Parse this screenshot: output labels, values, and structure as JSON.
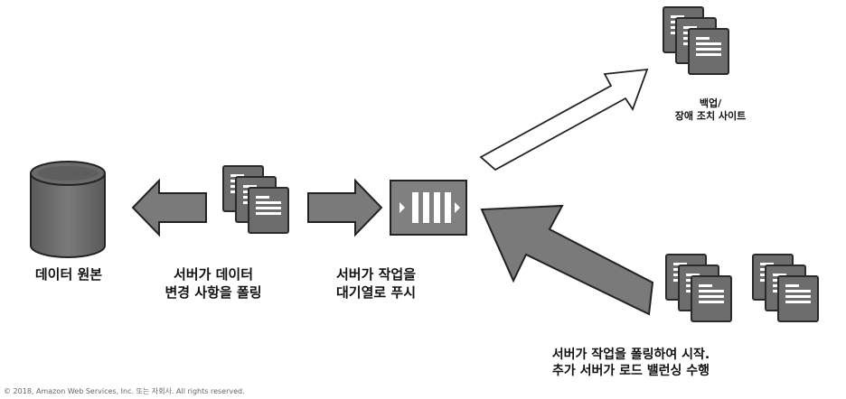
{
  "labels": {
    "database": "데이터 원본",
    "server_poll": [
      "서버가 데이터",
      "변경 사항을 폴링"
    ],
    "server_push": [
      "서버가 작업을",
      "대기열로 푸시"
    ],
    "backup": [
      "백업/",
      "장애 조치 사이트"
    ],
    "worker": [
      "서버가 작업을 폴링하여 시작.",
      "추가 서버가 로드 밸런싱 수행"
    ]
  },
  "copyright": "© 2018, Amazon Web Services, Inc. 또는 자회사. All rights reserved.",
  "colors": {
    "icon_fill": "#6d6d6d",
    "icon_stroke": "#222222",
    "arrow_fill": "#7a7a7a",
    "arrow_outline": "#222222",
    "queue_fill": "#7f7f7f",
    "page_text": "#111111"
  },
  "icons": {
    "database": "database-cylinder-icon",
    "server": "server-stack-icon",
    "queue": "queue-icon",
    "arrow": "arrow-icon"
  }
}
